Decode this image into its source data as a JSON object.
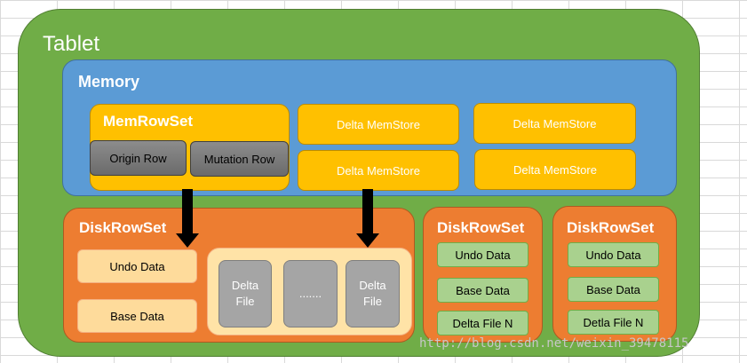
{
  "tablet": {
    "title": "Tablet"
  },
  "memory": {
    "title": "Memory",
    "memrowset": {
      "title": "MemRowSet",
      "origin_row": "Origin Row",
      "mutation_row": "Mutation Row"
    },
    "delta_memstores": [
      "Delta MemStore",
      "Delta MemStore",
      "Delta MemStore",
      "Delta MemStore"
    ]
  },
  "disk_rowsets": [
    {
      "title": "DiskRowSet",
      "undo_data": "Undo Data",
      "base_data": "Base Data",
      "delta_files": [
        "Delta\nFile",
        ".......",
        "Delta\nFile"
      ]
    },
    {
      "title": "DiskRowSet",
      "undo_data": "Undo Data",
      "base_data": "Base Data",
      "delta_file": "Delta File N"
    },
    {
      "title": "DiskRowSet",
      "undo_data": "Undo Data",
      "base_data": "Base Data",
      "delta_file": "Detla File N"
    }
  ],
  "watermark": "http://blog.csdn.net/weixin_39478115",
  "colors": {
    "tablet": "#70ad47",
    "memory": "#5b9bd5",
    "memstore": "#ffc000",
    "diskrowset": "#ed7d31",
    "green_block": "#a9d18e"
  }
}
